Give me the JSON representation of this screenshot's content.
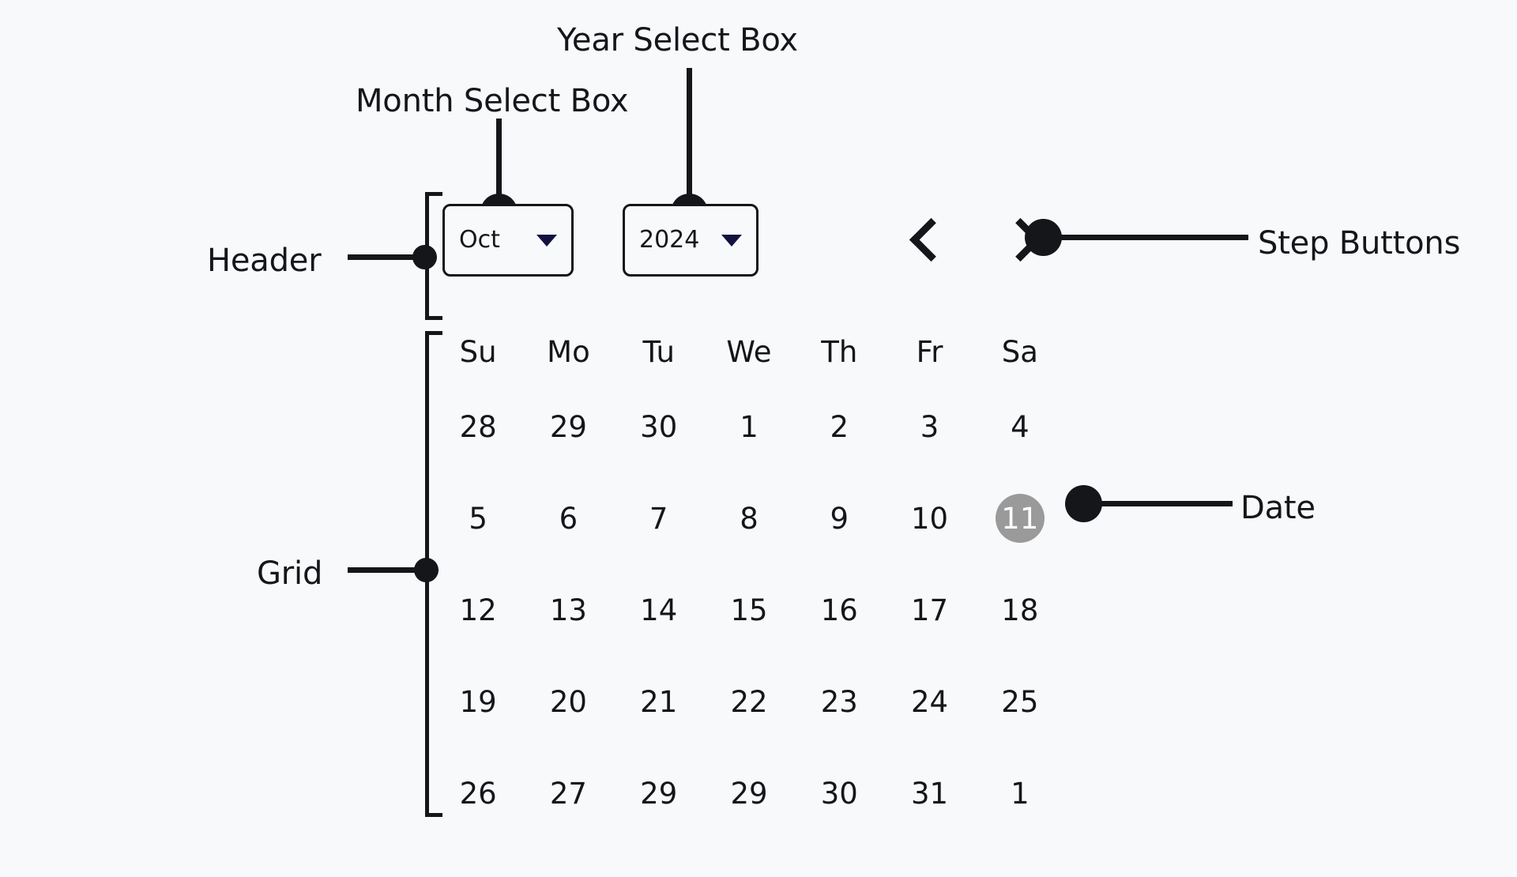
{
  "annotations": {
    "year_select": "Year Select Box",
    "month_select": "Month Select Box",
    "header": "Header",
    "grid": "Grid",
    "step_buttons": "Step Buttons",
    "date": "Date"
  },
  "colors": {
    "background": "#f7f9fb",
    "ink": "#15161a",
    "chevron_navy": "#121240",
    "selected_date_bg": "#9a9a9a",
    "selected_date_text": "#ffffff"
  },
  "calendar": {
    "header": {
      "month_select": {
        "value": "Oct",
        "icon": "chevron-down-icon"
      },
      "year_select": {
        "value": "2024",
        "icon": "chevron-down-icon"
      },
      "prev_button": {
        "icon": "chevron-left-icon"
      },
      "next_button": {
        "icon": "chevron-right-icon"
      }
    },
    "weekdays": [
      "Su",
      "Mo",
      "Tu",
      "We",
      "Th",
      "Fr",
      "Sa"
    ],
    "weeks": [
      [
        "28",
        "29",
        "30",
        "1",
        "2",
        "3",
        "4"
      ],
      [
        "5",
        "6",
        "7",
        "8",
        "9",
        "10",
        "11"
      ],
      [
        "12",
        "13",
        "14",
        "15",
        "16",
        "17",
        "18"
      ],
      [
        "19",
        "20",
        "21",
        "22",
        "23",
        "24",
        "25"
      ],
      [
        "26",
        "27",
        "29",
        "29",
        "30",
        "31",
        "1"
      ]
    ],
    "selected": {
      "week": 1,
      "day_index": 6,
      "value": "11"
    }
  }
}
